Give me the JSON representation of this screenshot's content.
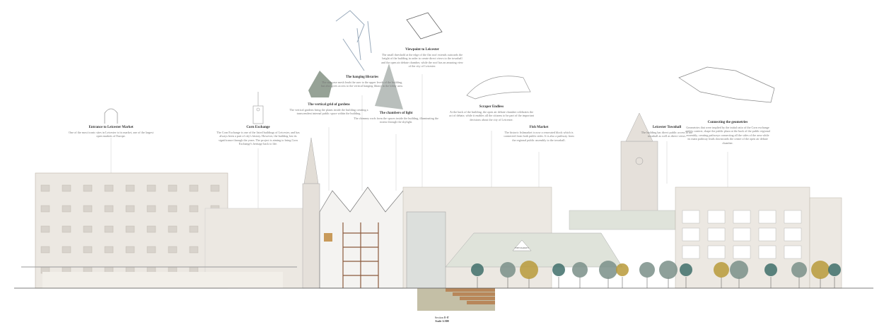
{
  "annotations": [
    {
      "title": "Entrance to Leicester Market",
      "text": "One of the most iconic sites in Leicester is its market, one of the largest open markets of Europe."
    },
    {
      "title": "Corn Exchange",
      "text": "The Corn Exchange is one of the listed buildings of Leicester, and has always been a part of city's history. However, the building lost its significance through the years. The project is aiming to bring Corn Exchange's heritage back to life."
    },
    {
      "title": "The vertical grid of gardens",
      "text": "The vertical gardens bring the plants inside the building creating a transcendent internal public space within the building."
    },
    {
      "title": "The hanging libraries",
      "text": "The staircase mesh leads the user to the upper levels of the building, but also gives access to the vertical hanging library in the lobby area."
    },
    {
      "title": "Viewpoint to Leicester",
      "text": "The small threshold at the edge of the flat roof extends outwards the height of the building in order to create direct views to the townhall and the open air debate chamber, while the roof has an amazing view of the city of Leicester."
    },
    {
      "title": "The chambers of light",
      "text": "The chimney roofs form the spaces inside the building, illuminating the rooms through the skylight."
    },
    {
      "title": "Scraper Endless",
      "text": "At the back of the building, the open air debate chamber celebrates the act of debate, while it enables all the citizens to be part of the important decisions about the city of Leicester."
    },
    {
      "title": "Fish Market",
      "text": "The historic fishmarket is now a renovated block which is connected from both public sides. It is also a pathway from the regional public assembly to the townhall."
    },
    {
      "title": "Leicester Townhall",
      "text": "The building has direct public access to the townhall as well as direct views."
    },
    {
      "title": "Connecting the geometries",
      "text": "Geometries that were implied by the initial ratio of the Corn exchange and its context, shape the public plaza at the back of the public regional assembly, creating pathways connecting all the sides of the area while its main pathway leads downwards the centre of the open air debate chamber."
    }
  ],
  "fish_sign": "FISH MARKET",
  "caption": {
    "title": "Section B-B'",
    "scale": "Scale 1:500"
  },
  "colors": {
    "line": "#bdb5aa",
    "building": "#ece8e2",
    "roof": "#dfe3da",
    "brick": "#b8875a",
    "tree": "#3f6f6a",
    "glass": "#c9d6d8"
  }
}
